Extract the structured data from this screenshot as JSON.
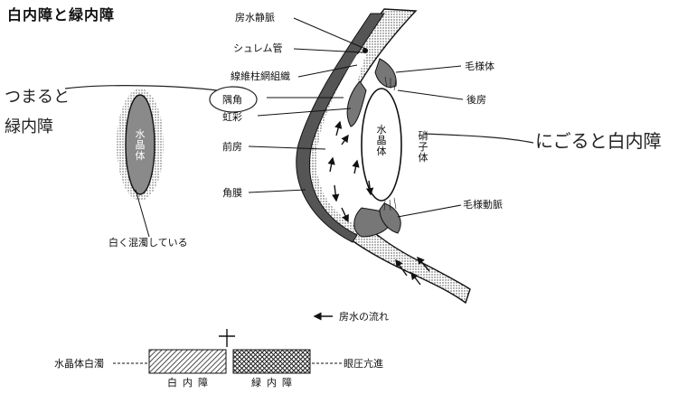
{
  "title": "白内障と緑内障",
  "labels": {
    "aqueous_vein": "房水静脈",
    "schlemm": "シュレム管",
    "trabecular": "線維柱網組織",
    "angle": "隅角",
    "iris": "虹彩",
    "anterior_chamber": "前房",
    "cornea": "角膜",
    "ciliary_body": "毛様体",
    "posterior_chamber": "後房",
    "vitreous": "硝子体",
    "ciliary_artery": "毛様動脈",
    "lens_eye": "水晶体",
    "lens_left": "水晶体",
    "cloudy": "白く混濁している",
    "flow_legend": "房水の流れ",
    "legend_cataract_desc": "水晶体白濁",
    "legend_glaucoma_desc": "眼圧亢進",
    "legend_cataract": "白内障",
    "legend_glaucoma": "緑内障",
    "legend_plus": "+"
  },
  "handwriting": {
    "left_line1": "つまると",
    "left_line2": "緑内障",
    "right": "にごると白内障"
  }
}
